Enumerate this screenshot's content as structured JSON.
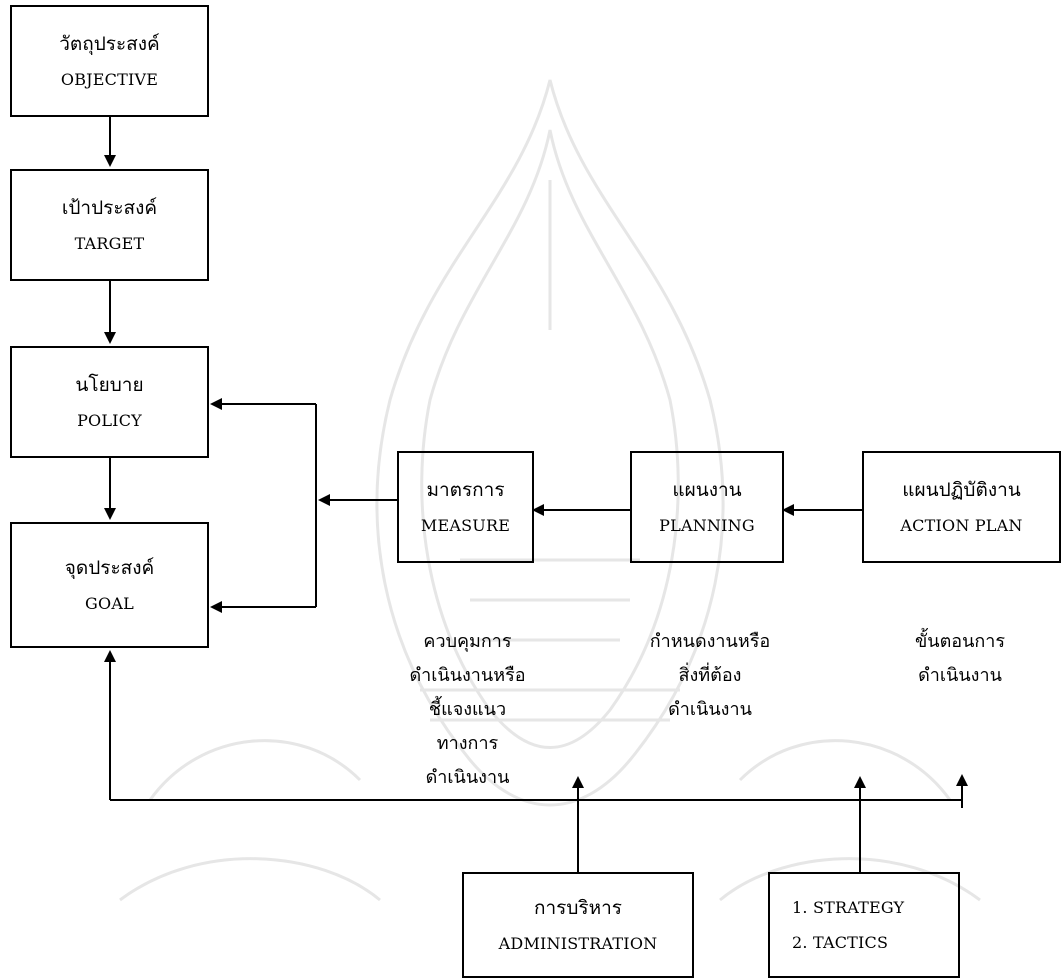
{
  "boxes": {
    "objective": {
      "th": "วัตถุประสงค์",
      "en": "OBJECTIVE"
    },
    "target": {
      "th": "เป้าประสงค์",
      "en": "TARGET"
    },
    "policy": {
      "th": "นโยบาย",
      "en": "POLICY"
    },
    "goal": {
      "th": "จุดประสงค์",
      "en": "GOAL"
    },
    "measure": {
      "th": "มาตรการ",
      "en": "MEASURE"
    },
    "planning": {
      "th": "แผนงาน",
      "en": "PLANNING"
    },
    "action_plan": {
      "th": "แผนปฏิบัติงาน",
      "en": "ACTION PLAN"
    },
    "administration": {
      "th": "การบริหาร",
      "en": "ADMINISTRATION"
    },
    "strategy": {
      "line1": "1. STRATEGY",
      "line2": "2. TACTICS"
    }
  },
  "notes": {
    "measure": [
      "ควบคุมการ",
      "ดำเนินงานหรือ",
      "ชี้แจงแนว",
      "ทางการ",
      "ดำเนินงาน"
    ],
    "planning": [
      "กำหนดงานหรือ",
      "สิ่งที่ต้อง",
      "ดำเนินงาน"
    ],
    "action_plan": [
      "ขั้นตอนการ",
      "ดำเนินงาน"
    ]
  },
  "colors": {
    "line": "#000000",
    "watermark": "#e9e9e9"
  }
}
